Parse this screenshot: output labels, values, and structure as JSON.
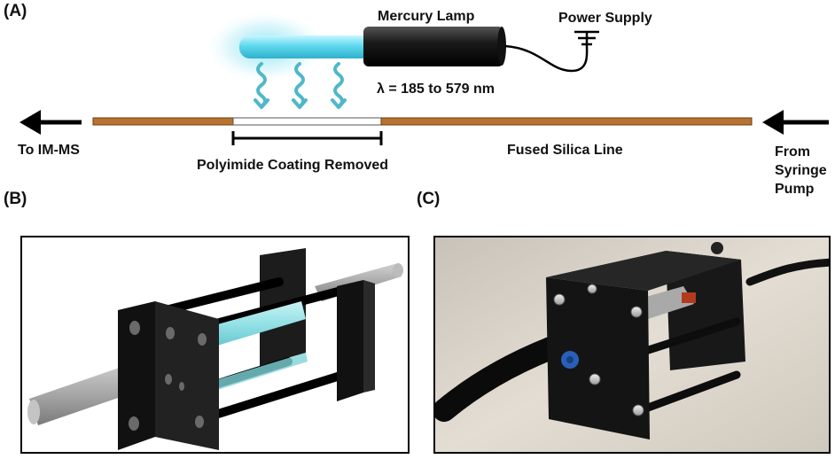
{
  "panel_a": {
    "label": "(A)",
    "lamp_label": "Mercury Lamp",
    "power_label": "Power Supply",
    "wavelength_label": "λ = 185 to 579 nm",
    "left_label": "To IM-MS",
    "right_label_lines": [
      "From",
      "Syringe",
      "Pump"
    ],
    "coating_label": "Polyimide Coating Removed",
    "line_label": "Fused Silica Line"
  },
  "panel_b": {
    "label": "(B)"
  },
  "panel_c": {
    "label": "(C)"
  },
  "colors": {
    "capillary": "#b8722f",
    "uv_glow": "#5fd8ee",
    "lamp_body": "#1a1a1a",
    "wave": "#4fb8c8",
    "arrow": "#000000"
  },
  "icons": [
    "left-arrow-icon",
    "right-arrow-icon",
    "uv-wave-icon",
    "ground-symbol-icon"
  ]
}
